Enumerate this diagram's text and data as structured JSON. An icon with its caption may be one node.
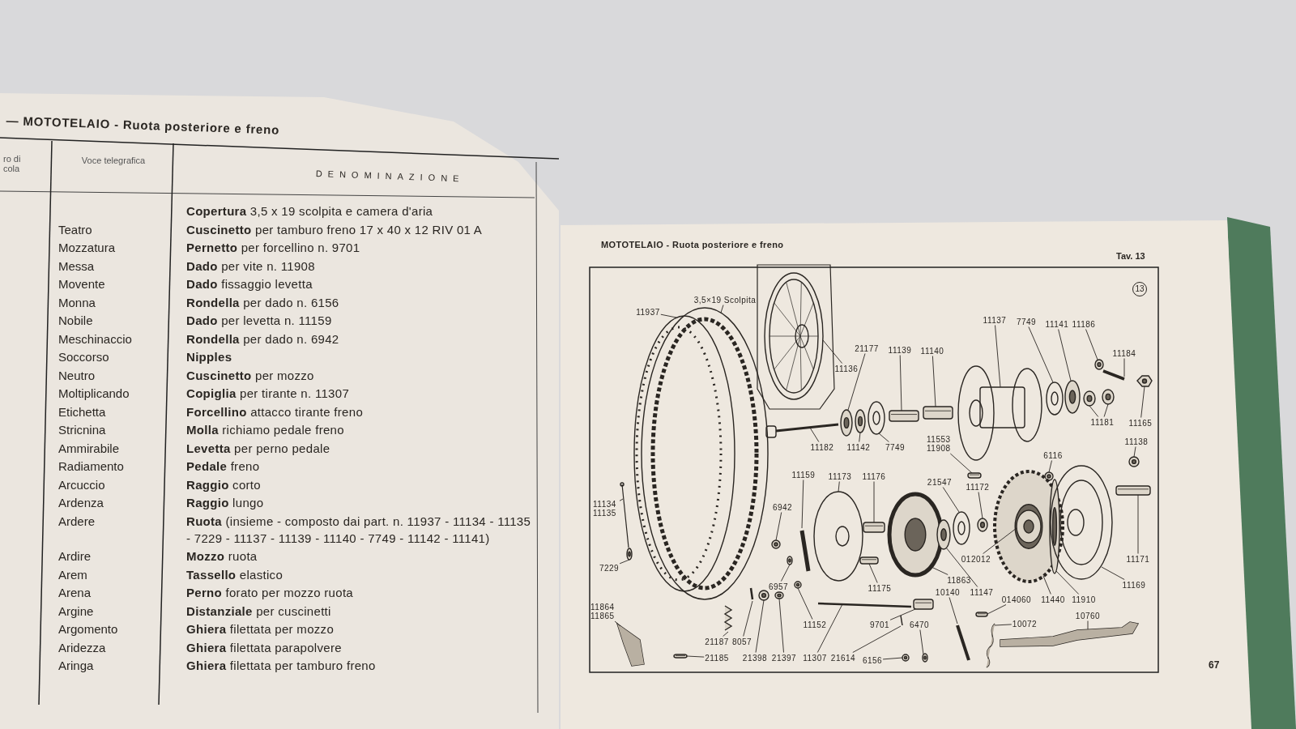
{
  "diagram": {
    "nodes": [
      {
        "text": [
          "11937"
        ]
      },
      {
        "text": [
          "3,5×19 Scolpita"
        ]
      },
      {
        "text": [
          "11136"
        ]
      },
      {
        "text": [
          "21177"
        ]
      },
      {
        "text": [
          "11139"
        ]
      },
      {
        "text": [
          "11140"
        ]
      },
      {
        "text": [
          "11137"
        ]
      },
      {
        "text": [
          "7749"
        ]
      },
      {
        "text": [
          "11141"
        ]
      },
      {
        "text": [
          "11186"
        ]
      },
      {
        "text": [
          "11184"
        ]
      },
      {
        "text": [
          "11181"
        ]
      },
      {
        "text": [
          "11165"
        ]
      },
      {
        "text": [
          "11182"
        ]
      },
      {
        "text": [
          "11142"
        ]
      },
      {
        "text": [
          "7749"
        ]
      },
      {
        "text": [
          "11553 11908"
        ]
      },
      {
        "text": [
          "6116"
        ]
      },
      {
        "text": [
          "11138"
        ]
      },
      {
        "text": [
          "11159"
        ]
      },
      {
        "text": [
          "11173"
        ]
      },
      {
        "text": [
          "11176"
        ]
      },
      {
        "text": [
          "21547"
        ]
      },
      {
        "text": [
          "11172"
        ]
      },
      {
        "text": [
          "11134 11135"
        ]
      },
      {
        "text": [
          "6942"
        ]
      },
      {
        "text": [
          "7229"
        ]
      },
      {
        "text": [
          "012012"
        ]
      },
      {
        "text": [
          "11171"
        ]
      },
      {
        "text": [
          "6957"
        ]
      },
      {
        "text": [
          "11175"
        ]
      },
      {
        "text": [
          "11863"
        ]
      },
      {
        "text": [
          "10140"
        ]
      },
      {
        "text": [
          "11147"
        ]
      },
      {
        "text": [
          "014060"
        ]
      },
      {
        "text": [
          "11440"
        ]
      },
      {
        "text": [
          "11910"
        ]
      },
      {
        "text": [
          "11169"
        ]
      },
      {
        "text": [
          "11864 11865"
        ]
      },
      {
        "text": [
          "21187"
        ]
      },
      {
        "text": [
          "8057"
        ]
      },
      {
        "text": [
          "11152"
        ]
      },
      {
        "text": [
          "9701"
        ]
      },
      {
        "text": [
          "6470"
        ]
      },
      {
        "text": [
          "10072"
        ]
      },
      {
        "text": [
          "10760"
        ]
      },
      {
        "text": [
          "21185"
        ]
      },
      {
        "text": [
          "21398"
        ]
      },
      {
        "text": [
          "21397"
        ]
      },
      {
        "text": [
          "11307"
        ]
      },
      {
        "text": [
          "21614"
        ]
      },
      {
        "text": [
          "6156"
        ]
      },
      {
        "text": [],
        "shape": "picture"
      },
      {
        "text": [],
        "shape": "picture"
      },
      {
        "text": [],
        "shape": "picture"
      },
      {
        "text": [],
        "shape": "picture"
      },
      {
        "text": [],
        "shape": "picture"
      },
      {
        "text": [],
        "shape": "picture"
      },
      {
        "text": [],
        "shape": "picture"
      },
      {
        "text": [],
        "shape": "picture"
      },
      {
        "text": [],
        "shape": "picture"
      },
      {
        "text": [],
        "shape": "picture"
      },
      {
        "text": [],
        "shape": "picture"
      },
      {
        "text": [],
        "shape": "picture"
      },
      {
        "text": [],
        "shape": "picture"
      },
      {
        "text": [],
        "shape": "picture"
      },
      {
        "text": [],
        "shape": "picture"
      },
      {
        "text": [],
        "shape": "picture"
      },
      {
        "text": [],
        "shape": "picture"
      },
      {
        "text": [],
        "shape": "picture"
      },
      {
        "text": [],
        "shape": "picture"
      },
      {
        "text": [],
        "shape": "picture"
      },
      {
        "text": [],
        "shape": "picture"
      },
      {
        "text": [],
        "shape": "picture"
      },
      {
        "text": [],
        "shape": "picture"
      },
      {
        "text": [],
        "shape": "picture"
      },
      {
        "text": [],
        "shape": "picture"
      },
      {
        "text": [],
        "shape": "picture"
      },
      {
        "text": [],
        "shape": "picture"
      },
      {
        "text": [],
        "shape": "picture"
      },
      {
        "text": [],
        "shape": "picture",
        "in": 88
      },
      {
        "text": [],
        "shape": "picture"
      },
      {
        "text": [],
        "shape": "picture"
      },
      {
        "text": [],
        "shape": "picture"
      },
      {
        "text": [],
        "shape": "picture"
      },
      {
        "text": [],
        "shape": "picture"
      },
      {
        "text": [],
        "shape": "picture"
      },
      {
        "text": [],
        "shape": "picture"
      },
      {
        "text": [],
        "shape": "picture"
      },
      {
        "text": [],
        "shape": "picture"
      },
      {
        "text": [],
        "shape": "picture"
      },
      {
        "text": [],
        "shape": "picture"
      },
      {
        "text": [],
        "shape": "picture"
      },
      {
        "text": [],
        "shape": "picture"
      },
      {
        "text": [],
        "shape": "picture"
      },
      {
        "text": [],
        "shape": "picture"
      },
      {
        "text": [],
        "shape": "picture"
      },
      {
        "text": [],
        "shape": "picture"
      },
      {
        "text": [],
        "shape": "picture"
      },
      {
        "text": [],
        "shape": "picture"
      },
      {
        "text": [],
        "shape": "picture"
      },
      {
        "text": [],
        "shape": "picture"
      },
      {
        "text": [],
        "shape": "picture"
      },
      {
        "text": [],
        "shape": "picture"
      },
      {
        "text": [],
        "shape": "picture"
      }
    ],
    "edges": [
      {
        "from": 0,
        "to": 52,
        "arrow": "none"
      },
      {
        "from": 1,
        "to": 53,
        "arrow": "none"
      },
      {
        "from": 2,
        "to": 54,
        "arrow": "none"
      },
      {
        "from": 3,
        "to": 55,
        "arrow": "none"
      },
      {
        "from": 4,
        "to": 56,
        "arrow": "none"
      },
      {
        "from": 5,
        "to": 57,
        "arrow": "none"
      },
      {
        "from": 6,
        "to": 58,
        "arrow": "none"
      },
      {
        "from": 7,
        "to": 59,
        "arrow": "none"
      },
      {
        "from": 8,
        "to": 60,
        "arrow": "none"
      },
      {
        "from": 9,
        "to": 61,
        "arrow": "none"
      },
      {
        "from": 10,
        "to": 62,
        "arrow": "none"
      },
      {
        "from": 11,
        "to": 63,
        "arrow": "none"
      },
      {
        "from": 11,
        "to": 64,
        "arrow": "none"
      },
      {
        "from": 12,
        "to": 65,
        "arrow": "none"
      },
      {
        "from": 13,
        "to": 66,
        "arrow": "none"
      },
      {
        "from": 14,
        "to": 67,
        "arrow": "none"
      },
      {
        "from": 15,
        "to": 68,
        "arrow": "none"
      },
      {
        "from": 16,
        "to": 69,
        "arrow": "none"
      },
      {
        "from": 17,
        "to": 70,
        "arrow": "none"
      },
      {
        "from": 18,
        "to": 71,
        "arrow": "none"
      },
      {
        "from": 19,
        "to": 72,
        "arrow": "none"
      },
      {
        "from": 20,
        "to": 73,
        "arrow": "none"
      },
      {
        "from": 21,
        "to": 74,
        "arrow": "none"
      },
      {
        "from": 22,
        "to": 75,
        "arrow": "none"
      },
      {
        "from": 23,
        "to": 76,
        "arrow": "none"
      },
      {
        "from": 24,
        "to": 77,
        "arrow": "none"
      },
      {
        "from": 25,
        "to": 78,
        "arrow": "none"
      },
      {
        "from": 26,
        "to": 79,
        "arrow": "none"
      },
      {
        "from": 27,
        "to": 80,
        "arrow": "none"
      },
      {
        "from": 28,
        "to": 81,
        "arrow": "none"
      },
      {
        "from": 29,
        "to": 82,
        "arrow": "none"
      },
      {
        "from": 30,
        "to": 83,
        "arrow": "none"
      },
      {
        "from": 31,
        "to": 84,
        "arrow": "none"
      },
      {
        "from": 32,
        "to": 85,
        "arrow": "none"
      },
      {
        "from": 33,
        "to": 86,
        "arrow": "none"
      },
      {
        "from": 34,
        "to": 87,
        "arrow": "none"
      },
      {
        "from": 35,
        "to": 88,
        "arrow": "none"
      },
      {
        "from": 36,
        "to": 89,
        "arrow": "none"
      },
      {
        "from": 37,
        "to": 90,
        "arrow": "none"
      },
      {
        "from": 38,
        "to": 91,
        "arrow": "none"
      },
      {
        "from": 39,
        "to": 92,
        "arrow": "none"
      },
      {
        "from": 40,
        "to": 93,
        "arrow": "none"
      },
      {
        "from": 41,
        "to": 94,
        "arrow": "none"
      },
      {
        "from": 42,
        "to": 95,
        "arrow": "none"
      },
      {
        "from": 43,
        "to": 96,
        "arrow": "none"
      },
      {
        "from": 44,
        "to": 97,
        "arrow": "none"
      },
      {
        "from": 45,
        "to": 98,
        "arrow": "none"
      },
      {
        "from": 46,
        "to": 99,
        "arrow": "none"
      },
      {
        "from": 47,
        "to": 100,
        "arrow": "none"
      },
      {
        "from": 48,
        "to": 101,
        "arrow": "none"
      },
      {
        "from": 49,
        "to": 102,
        "arrow": "none"
      },
      {
        "from": 50,
        "to": 103,
        "arrow": "none"
      },
      {
        "from": 51,
        "to": 104,
        "arrow": "none"
      }
    ],
    "labels": [
      "— MOTOTELAIO - Ruota posteriore e freno",
      "ro di cola",
      "Voce telegrafica",
      "DENOMINAZIONE",
      "**Copertura** 3,5 x 19 scolpita e camera d'aria",
      "Teatro",
      "**Cuscinetto** per tamburo freno 17 x 40 x 12 RIV 01 A",
      "Mozzatura",
      "**Pernetto** per forcellino n. 9701",
      "Messa",
      "**Dado** per vite n. 11908",
      "Movente",
      "**Dado** fissaggio levetta",
      "Monna",
      "**Rondella** per dado n. 6156",
      "Nobile",
      "**Dado** per levetta n. 11159",
      "Meschinaccio",
      "**Rondella** per dado n. 6942",
      "Soccorso",
      "**Nipples**",
      "Neutro",
      "**Cuscinetto** per mozzo",
      "Moltiplicando",
      "**Copiglia** per tirante n. 11307",
      "Etichetta",
      "**Forcellino** attacco tirante freno",
      "Stricnina",
      "**Molla** richiamo pedale freno",
      "Ammirabile",
      "**Levetta** per perno pedale",
      "Radiamento",
      "**Pedale** freno",
      "Arcuccio",
      "**Raggio** corto",
      "Ardenza",
      "**Raggio** lungo",
      "Ardere",
      "**Ruota** (insieme - composto dai part. n. 11937 - 11134 - 11135 - 7229 - 11137 - 11139 - 11140 - 7749 - 11142 - 11141)",
      "Ardire",
      "**Mozzo** ruota",
      "Arem",
      "**Tassello** elastico",
      "Arena",
      "**Perno** forato per mozzo ruota",
      "Argine",
      "**Distanziale** per cuscinetti",
      "Argomento",
      "**Ghiera** filettata per mozzo",
      "Aridezza",
      "**Ghiera** filettata parapolvere",
      "Aringa",
      "**Ghiera** filettata per tamburo freno",
      "MOTOTELAIO - Ruota posteriore e freno",
      "Tav. 13",
      "13",
      "67"
    ]
  }
}
